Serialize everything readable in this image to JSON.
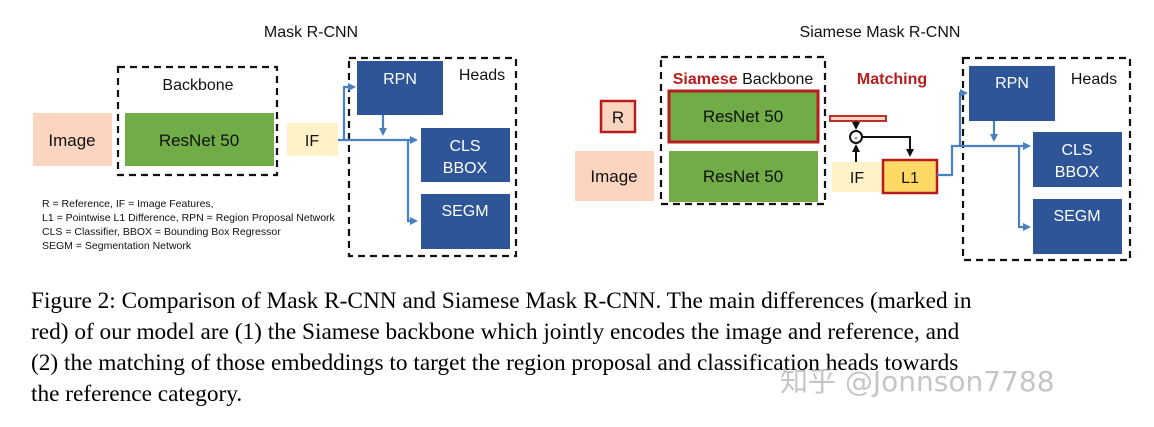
{
  "left": {
    "title": "Mask R-CNN",
    "backbone_label": "Backbone",
    "heads_label": "Heads",
    "image": "Image",
    "resnet": "ResNet 50",
    "if": "IF",
    "rpn": "RPN",
    "cls": "CLS",
    "bbox": "BBOX",
    "segm": "SEGM",
    "legend": [
      "R = Reference, IF = Image Features,",
      "L1 = Pointwise L1 Difference, RPN = Region Proposal Network",
      "CLS = Classifier, BBOX = Bounding Box Regressor",
      "SEGM = Segmentation Network"
    ]
  },
  "right": {
    "title": "Siamese Mask R-CNN",
    "backbone_red": "Siamese",
    "backbone_rest": " Backbone",
    "matching": "Matching",
    "heads_label": "Heads",
    "r": "R",
    "image": "Image",
    "resnet_top": "ResNet 50",
    "resnet_bottom": "ResNet 50",
    "if": "IF",
    "l1": "L1",
    "op": "-",
    "rpn": "RPN",
    "cls": "CLS",
    "bbox": "BBOX",
    "segm": "SEGM"
  },
  "colors": {
    "blue": "#2e5597",
    "green": "#70ad47",
    "peach": "#fbd5c0",
    "yellow": "#fff2c9",
    "red": "#b91c1c",
    "arrow": "#4a7fc0"
  },
  "caption": [
    "Figure 2: Comparison of Mask R-CNN and Siamese Mask R-CNN. The main differences (marked in",
    "red) of our model are (1) the Siamese backbone which jointly encodes the image and reference, and",
    "(2) the matching of those embeddings to target the region proposal and classification heads towards",
    "the reference category."
  ],
  "watermark": "知乎 @Jonnson7788"
}
